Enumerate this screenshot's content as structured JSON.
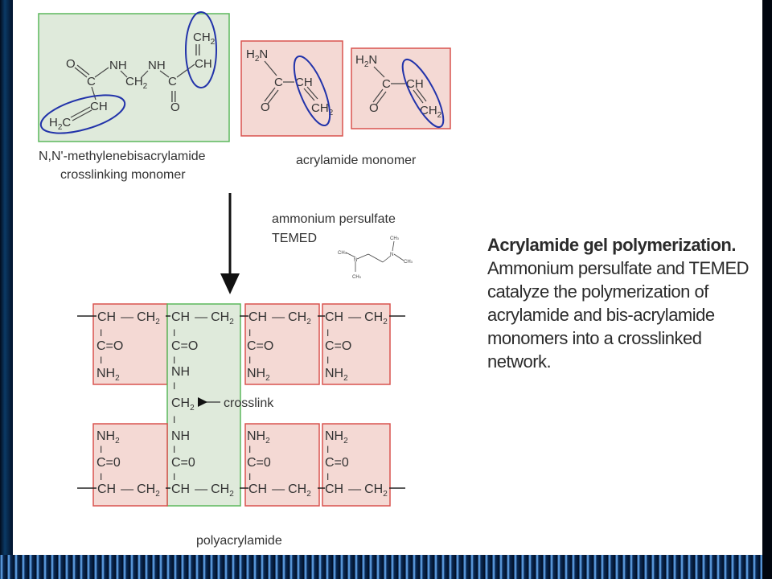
{
  "labels": {
    "bis_name": "N,N'-methylenebisacrylamide",
    "bis_sub": "crosslinking monomer",
    "acrylamide": "acrylamide monomer",
    "catalyst1": "ammonium persulfate",
    "catalyst2": "TEMED",
    "crosslink": "crosslink",
    "polyacrylamide": "polyacrylamide"
  },
  "caption": {
    "title": "Acrylamide gel polymerization.",
    "body": "Ammonium persulfate and TEMED catalyze the polymerization of acrylamide and bis-acrylamide monomers into a crosslinked network."
  },
  "chem": {
    "O": "O",
    "NH": "NH",
    "CH": "CH",
    "C": "C",
    "CH2": "CH",
    "H": "H",
    "H2N": "H",
    "N": "N",
    "sub2": "2",
    "dbl": "||",
    "eq": "=",
    "single": "I",
    "C_O": "C=O",
    "C_0": "C=0",
    "dash": "—",
    "CH3": "CH",
    "sub3": "3"
  },
  "colors": {
    "monomer_box_fill": "#f4d9d4",
    "monomer_box_stroke": "#d9534f",
    "bis_box_fill": "#dfeadb",
    "bis_box_stroke": "#5cb85c",
    "ellipse": "#2233aa",
    "text": "#333333"
  }
}
